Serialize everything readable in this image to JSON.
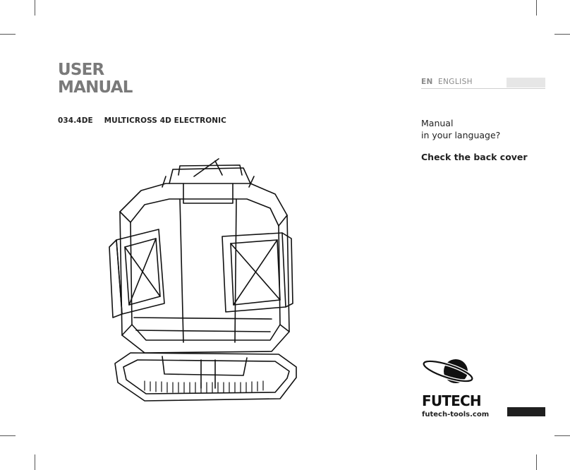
{
  "cover": {
    "title_line1": "USER",
    "title_line2": "MANUAL",
    "model_code": "034.4DE",
    "model_name": "MULTICROSS 4D ELECTRONIC"
  },
  "language": {
    "code": "EN",
    "name": "ENGLISH"
  },
  "prompt": {
    "line1": "Manual",
    "line2": "in your language?",
    "check": "Check the back cover"
  },
  "brand": {
    "name": "FUTECH",
    "website": "futech-tools.com",
    "logo_icon": "planet-orbit-logo"
  },
  "colors": {
    "title_gray": "#7a7a7a",
    "text_dark": "#222222",
    "language_block": "#e6e6e6",
    "black_bar": "#1f1f1f"
  }
}
